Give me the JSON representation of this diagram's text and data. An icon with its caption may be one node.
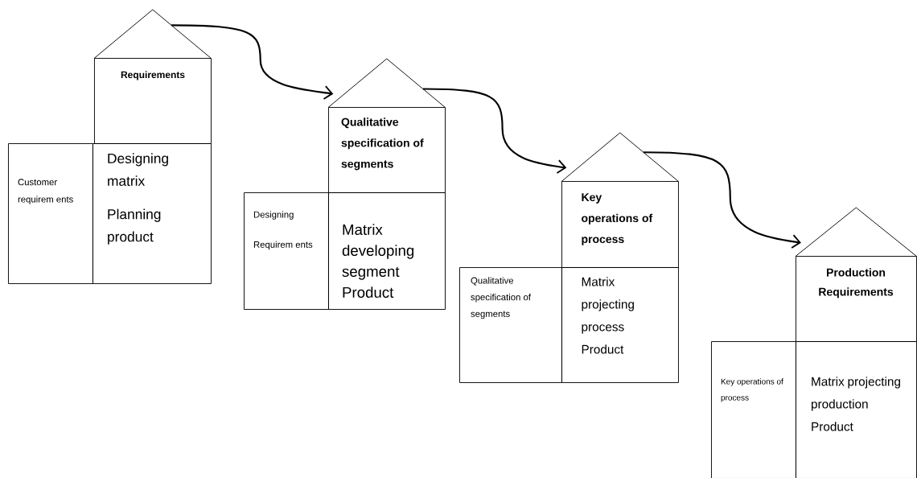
{
  "diagram": {
    "nodes": [
      {
        "text": [],
        "shape": "triangle"
      },
      {
        "text": [
          "Requirements"
        ]
      },
      {
        "text": [
          "Customer requirem ents"
        ]
      },
      {
        "text": [
          "Designing matrix",
          "Planning product"
        ]
      },
      {
        "text": [],
        "shape": "triangle"
      },
      {
        "text": [
          "Qualitative specification of segments"
        ]
      },
      {
        "text": [
          "Designing",
          "Requirem ents"
        ]
      },
      {
        "text": [
          "Matrix developing segment Product"
        ]
      },
      {
        "text": [],
        "shape": "triangle"
      },
      {
        "text": [
          "Key operations of process"
        ]
      },
      {
        "text": [
          "Qualitative specification of segments"
        ]
      },
      {
        "text": [
          "Matrix projecting process Product"
        ]
      },
      {
        "text": [],
        "shape": "triangle"
      },
      {
        "text": [
          "Production Requirements"
        ]
      },
      {
        "text": [
          "Key operations of process"
        ]
      },
      {
        "text": [
          "Matrix projecting production Product"
        ]
      }
    ],
    "edges": [
      {
        "from": 0,
        "to": 4,
        "arrow": "to"
      },
      {
        "from": 4,
        "to": 8,
        "arrow": "to"
      },
      {
        "from": 8,
        "to": 12,
        "arrow": "to"
      }
    ]
  }
}
